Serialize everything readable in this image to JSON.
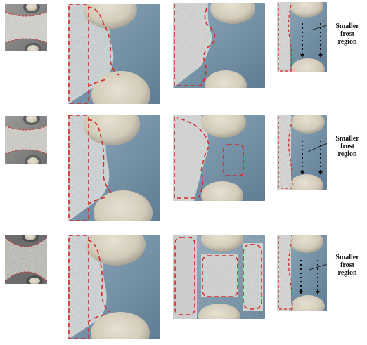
{
  "annotations": {
    "row1": [
      "Smaller",
      "frost",
      "region"
    ],
    "row2": [
      "Smaller",
      "frost",
      "region"
    ],
    "row3": [
      "Smaller",
      "frost",
      "region"
    ]
  },
  "colors": {
    "dash": "#d62828",
    "frost": "#cfcfca",
    "plate_blue": "#7c97ab",
    "plate_gray": "#8d8f8f",
    "tube": "#dcd6c8"
  }
}
